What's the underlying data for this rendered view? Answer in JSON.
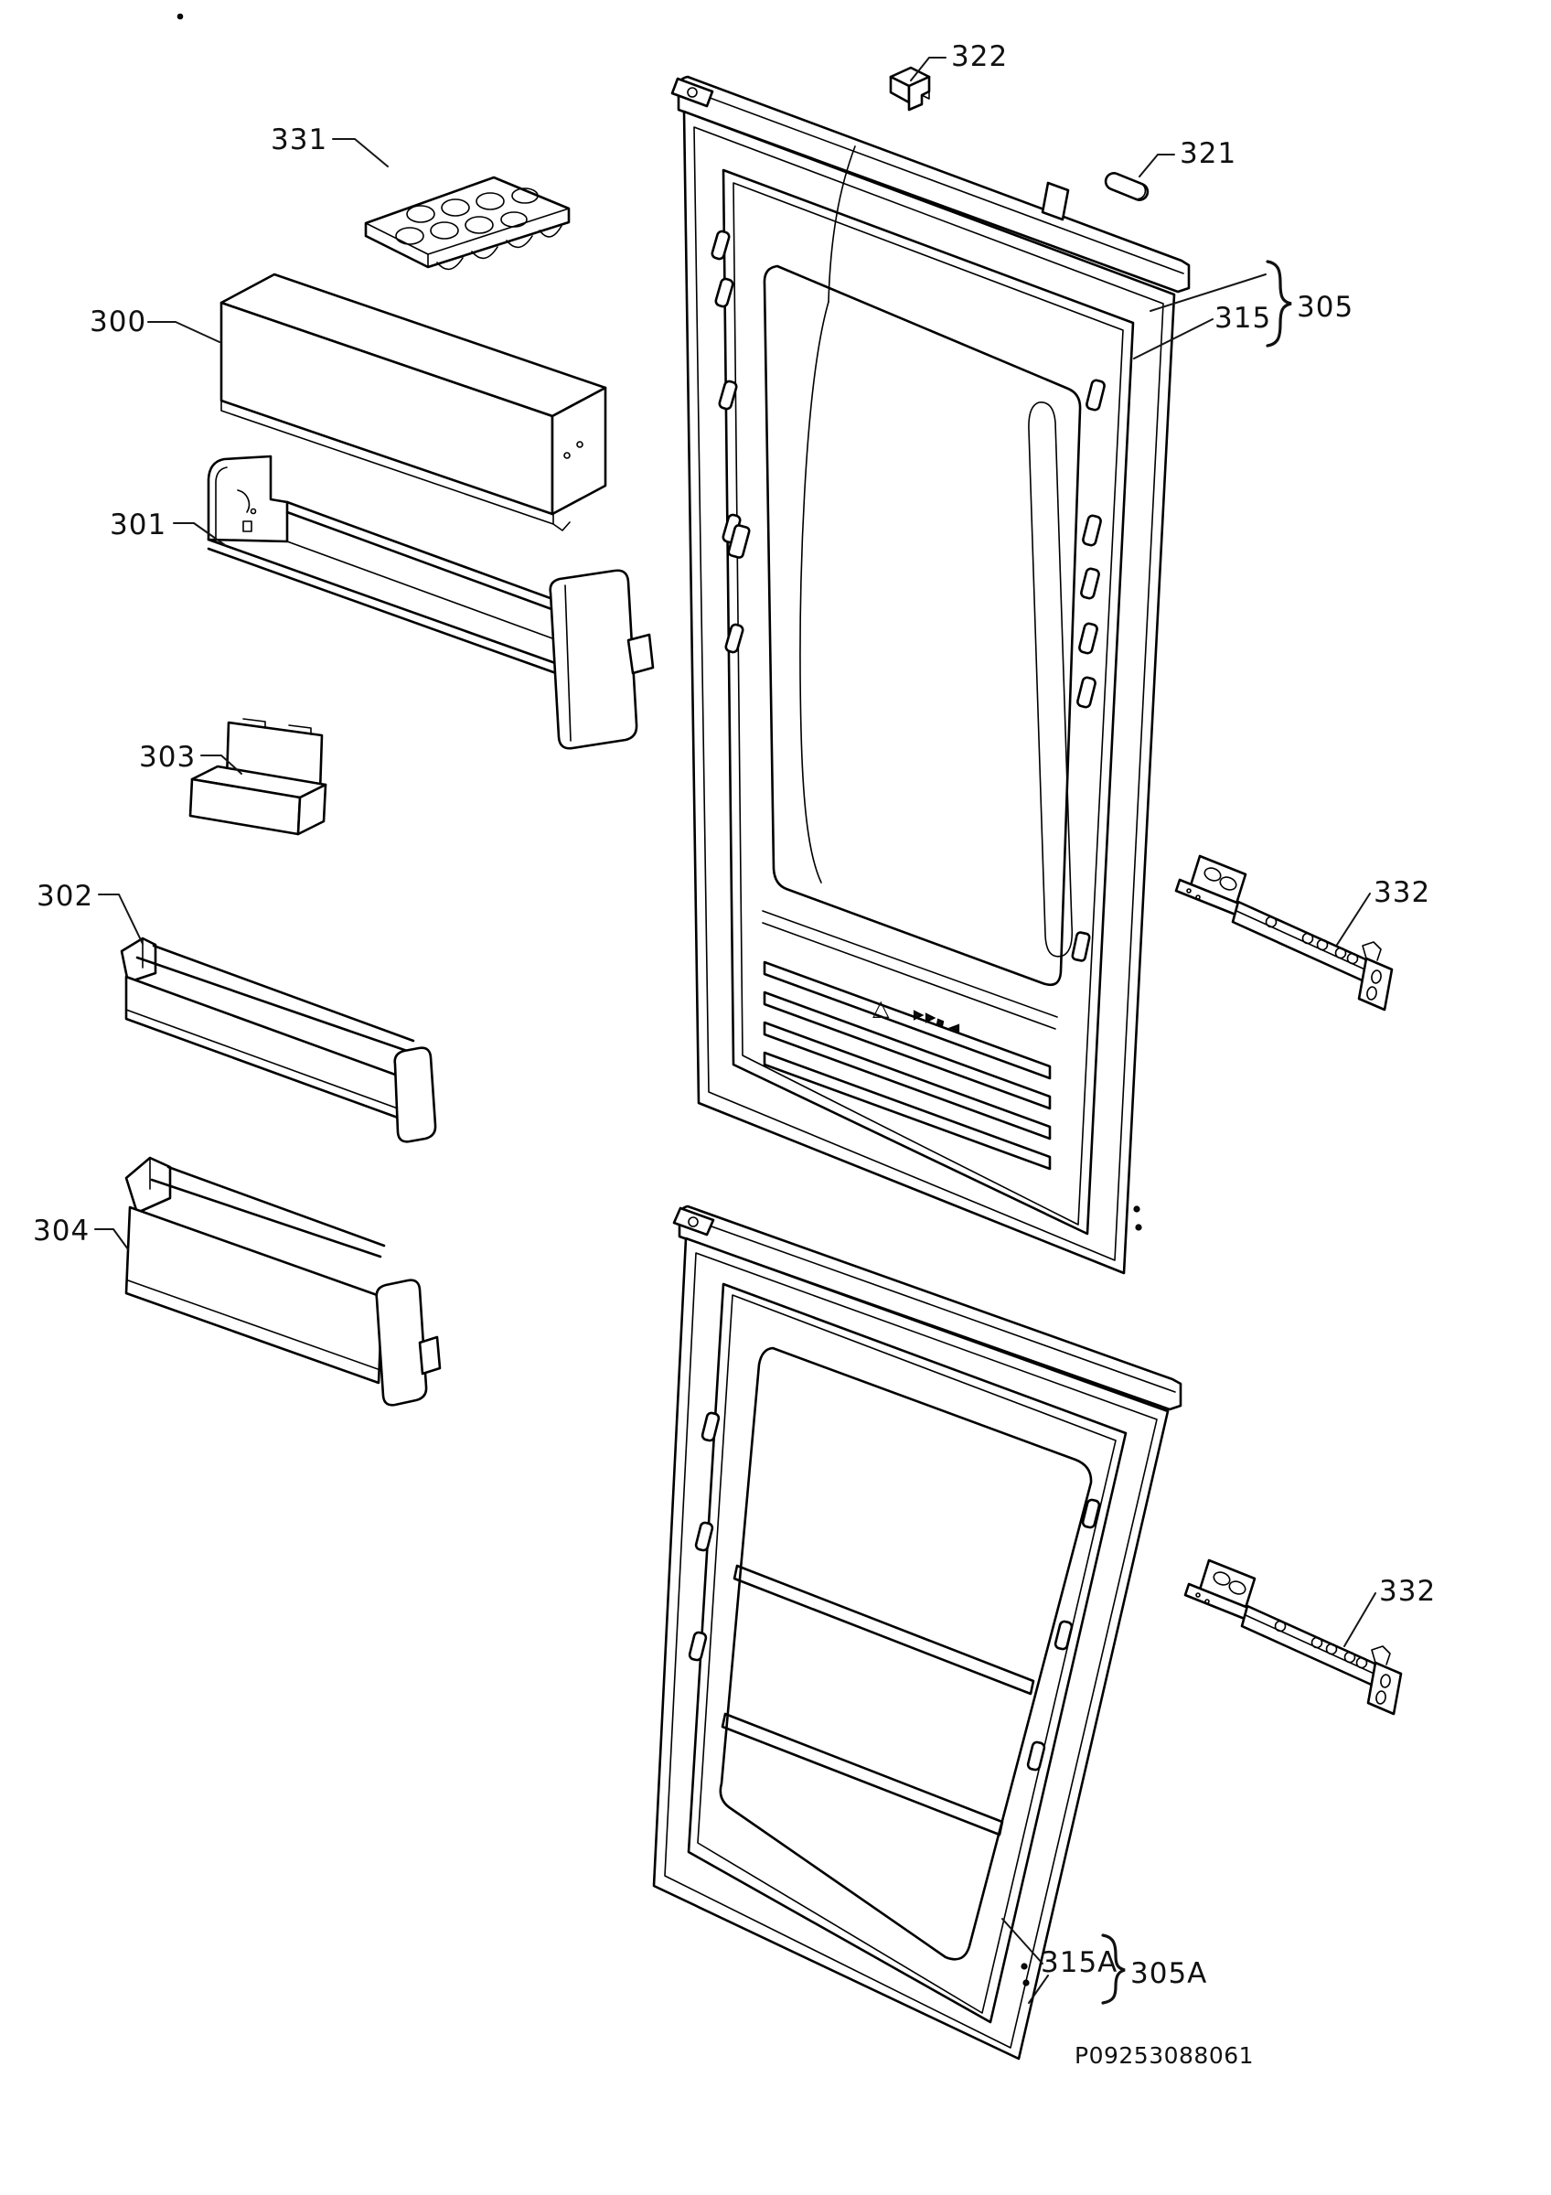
{
  "page": {
    "background": "#ffffff",
    "line_color": "#000000",
    "text_color": "#111111"
  },
  "document": {
    "code": "P09253088061"
  },
  "symbols": {
    "recycling_triangle": "△"
  },
  "callouts": {
    "c331": {
      "label": "331"
    },
    "c300": {
      "label": "300"
    },
    "c301": {
      "label": "301"
    },
    "c303": {
      "label": "303"
    },
    "c302": {
      "label": "302"
    },
    "c304": {
      "label": "304"
    },
    "c322": {
      "label": "322"
    },
    "c321": {
      "label": "321"
    },
    "c315": {
      "label": "315"
    },
    "c305": {
      "label": "305"
    },
    "c332_upper": {
      "label": "332"
    },
    "c332_lower": {
      "label": "332"
    },
    "c315A": {
      "label": "315A"
    },
    "c305A": {
      "label": "305A"
    }
  }
}
